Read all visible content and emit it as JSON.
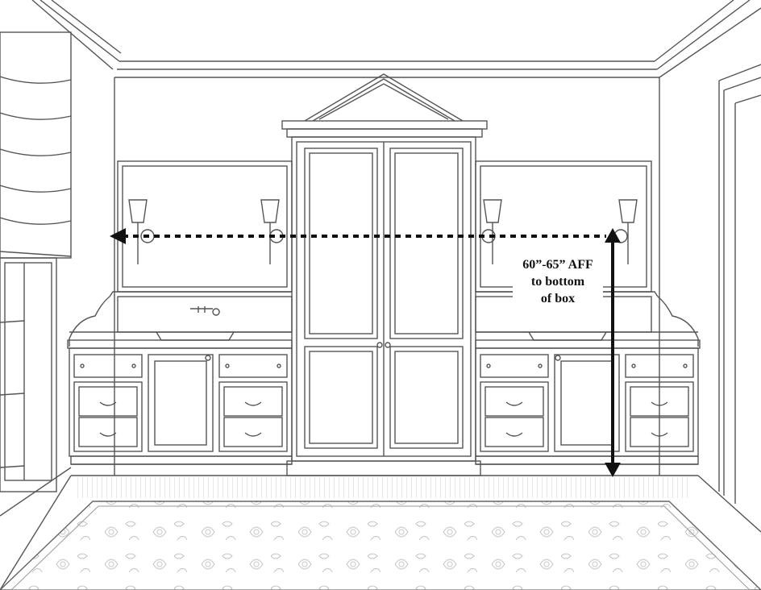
{
  "annotation": {
    "lines": [
      "60”-65” AFF",
      "to bottom",
      "of box"
    ]
  },
  "colors": {
    "line_art": "#555555",
    "dimension_arrows": "#111111",
    "background": "#ffffff"
  },
  "icons": [
    "sconce-icon",
    "arrow-left-icon",
    "arrow-up-icon",
    "arrow-down-icon"
  ]
}
